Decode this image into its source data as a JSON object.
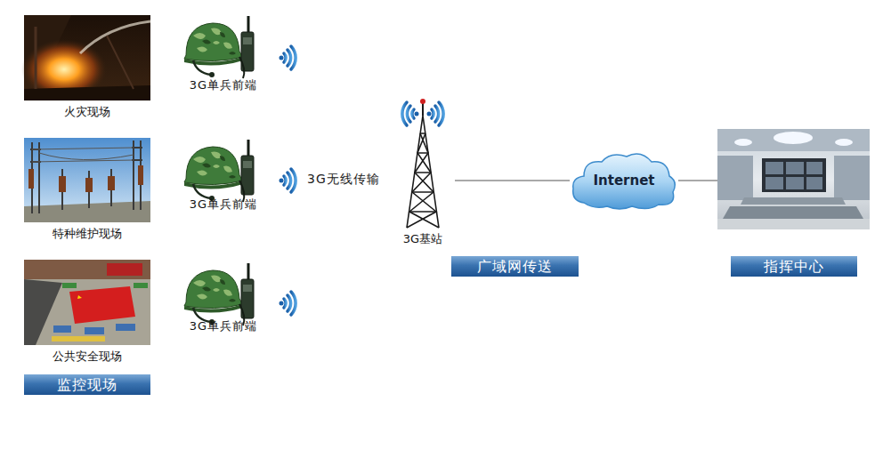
{
  "diagram": {
    "nodes": [
      {
        "text": [
          "火灾现场"
        ]
      },
      {
        "text": [
          "3G单兵前端"
        ]
      },
      {
        "text": [
          "特种维护现场"
        ]
      },
      {
        "text": [
          "3G单兵前端"
        ]
      },
      {
        "text": [
          "3G基站"
        ]
      },
      {
        "text": [
          "Internet"
        ]
      },
      {
        "text": [
          "指挥中心"
        ]
      },
      {
        "text": [
          "公共安全现场"
        ]
      },
      {
        "text": [
          "3G单兵前端"
        ]
      },
      {
        "text": [
          "监控现场"
        ]
      },
      {
        "text": [
          "广域网传送"
        ]
      }
    ],
    "edges": [
      {
        "from": 4,
        "to": 5,
        "arrow": "none"
      },
      {
        "from": 5,
        "to": 6,
        "arrow": "none"
      }
    ],
    "labels": [
      "3G无线传输"
    ]
  }
}
